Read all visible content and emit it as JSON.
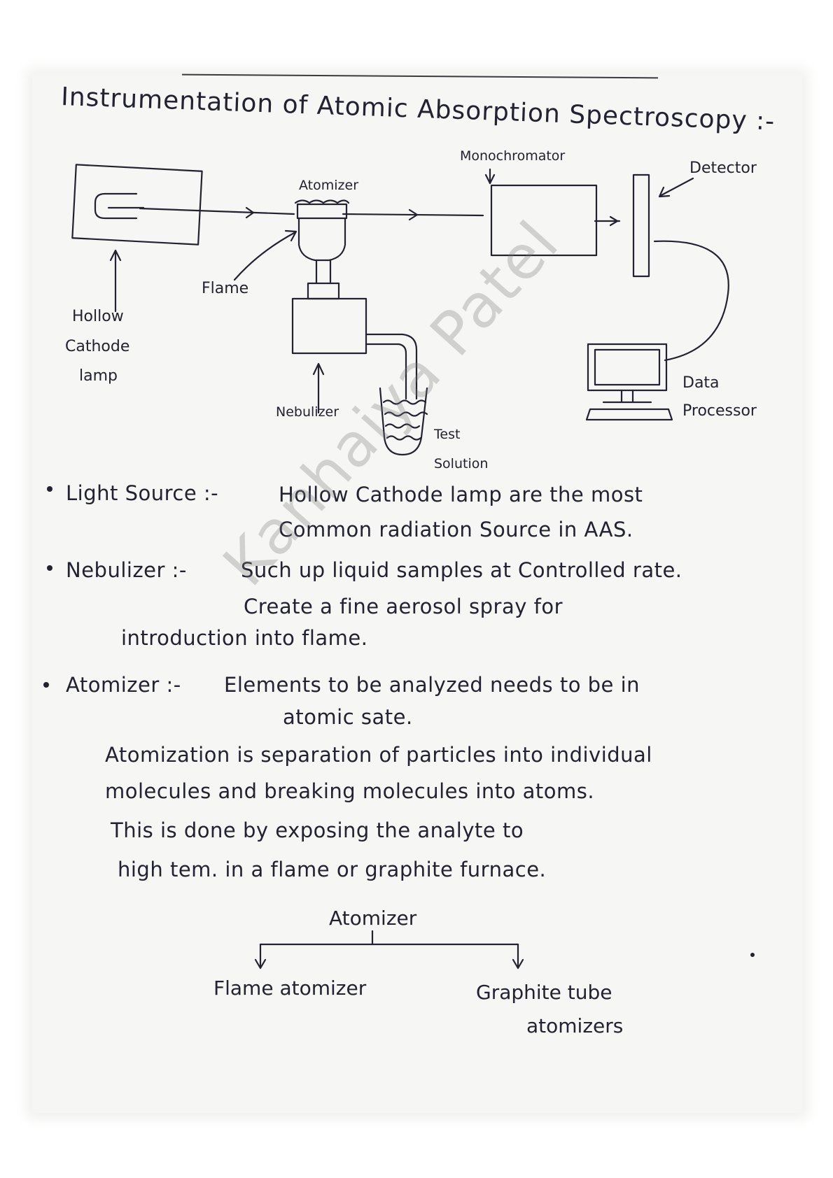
{
  "title": "Instrumentation of Atomic Absorption Spectroscopy :-",
  "diagram": {
    "hollow_cathode": [
      "Hollow",
      "Cathode",
      "lamp"
    ],
    "flame": "Flame",
    "atomizer": "Atomizer",
    "nebulizer": "Nebulizer",
    "test_solution": [
      "Test",
      "Solution"
    ],
    "monochromator": "Monochromator",
    "detector": "Detector",
    "data_processor": [
      "Data",
      "Processor"
    ]
  },
  "notes": {
    "light_source": {
      "term": "Light Source :-",
      "line1": "Hollow Cathode lamp are the most",
      "line2": "Common radiation Source in AAS."
    },
    "nebulizer": {
      "term": "Nebulizer :-",
      "line1": "Such up liquid samples at Controlled rate.",
      "line2": "Create a fine aerosol spray for",
      "line3": "introduction into flame."
    },
    "atomizer": {
      "term": "Atomizer :-",
      "line1": "Elements to be analyzed needs to be in",
      "line2": "atomic sate.",
      "line3": "Atomization is separation of particles into individual",
      "line4": "molecules and breaking molecules into atoms.",
      "line5": "This is done by exposing the analyte to",
      "line6": "high tem. in a flame or graphite furnace."
    }
  },
  "tree": {
    "root": "Atomizer",
    "left": "Flame atomizer",
    "right": [
      "Graphite tube",
      "atomizers"
    ]
  },
  "watermark": "Kanhaiya Patel"
}
